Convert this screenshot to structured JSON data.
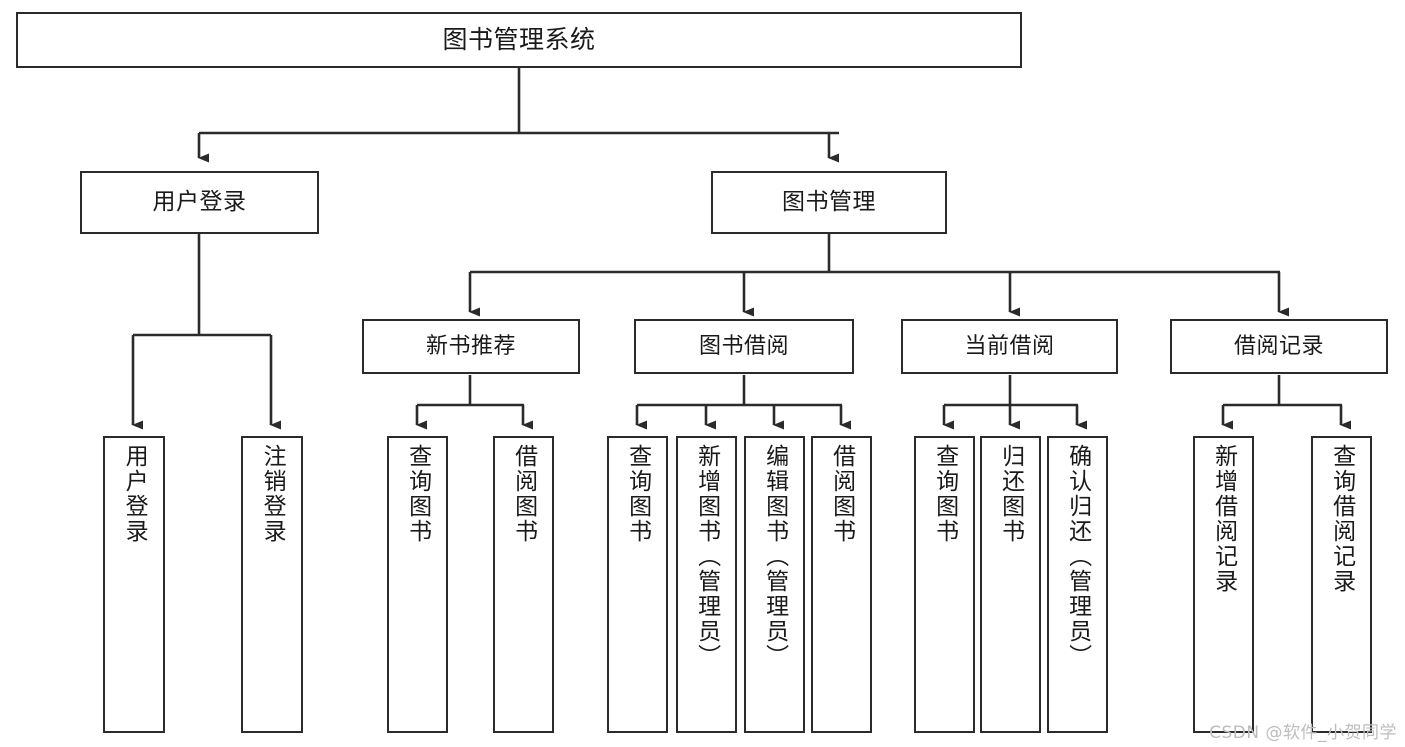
{
  "diagram": {
    "title": "图书管理系统",
    "type": "tree",
    "colors": {
      "box_border": "#2b2b2b",
      "box_fill": "#ffffff",
      "edge": "#2b2b2b",
      "text": "#1a1a1a",
      "watermark": "#bdbdbd",
      "background": "#ffffff"
    },
    "watermark": "CSDN @软件_小贺同学",
    "nodes": {
      "root": {
        "label": "图书管理系统",
        "level": 1
      },
      "l2": [
        {
          "id": "user-login",
          "label": "用户登录",
          "level": 2
        },
        {
          "id": "book-manage",
          "label": "图书管理",
          "level": 2
        }
      ],
      "l3": [
        {
          "id": "new-book-recommend",
          "label": "新书推荐",
          "level": 3,
          "parent": "book-manage"
        },
        {
          "id": "book-borrow",
          "label": "图书借阅",
          "level": 3,
          "parent": "book-manage"
        },
        {
          "id": "current-borrow",
          "label": "当前借阅",
          "level": 3,
          "parent": "book-manage"
        },
        {
          "id": "borrow-record",
          "label": "借阅记录",
          "level": 3,
          "parent": "book-manage"
        }
      ],
      "l4": [
        {
          "id": "leaf-user-login",
          "label": "用户登录",
          "level": 4,
          "parent": "user-login"
        },
        {
          "id": "leaf-logout-login",
          "label": "注销登录",
          "level": 4,
          "parent": "user-login"
        },
        {
          "id": "leaf-query-book-rec",
          "label": "查询图书",
          "level": 4,
          "parent": "new-book-recommend"
        },
        {
          "id": "leaf-borrow-book-rec",
          "label": "借阅图书",
          "level": 4,
          "parent": "new-book-recommend"
        },
        {
          "id": "leaf-query-book-borrow",
          "label": "查询图书",
          "level": 4,
          "parent": "book-borrow"
        },
        {
          "id": "leaf-add-book-admin",
          "label": "新增图书（管理员）",
          "level": 4,
          "parent": "book-borrow"
        },
        {
          "id": "leaf-edit-book-admin",
          "label": "编辑图书（管理员）",
          "level": 4,
          "parent": "book-borrow"
        },
        {
          "id": "leaf-borrow-book",
          "label": "借阅图书",
          "level": 4,
          "parent": "book-borrow"
        },
        {
          "id": "leaf-query-book-current",
          "label": "查询图书",
          "level": 4,
          "parent": "current-borrow"
        },
        {
          "id": "leaf-return-book",
          "label": "归还图书",
          "level": 4,
          "parent": "current-borrow"
        },
        {
          "id": "leaf-confirm-return-admin",
          "label": "确认归还（管理员）",
          "level": 4,
          "parent": "current-borrow"
        },
        {
          "id": "leaf-add-borrow-record",
          "label": "新增借阅记录",
          "level": 4,
          "parent": "borrow-record"
        },
        {
          "id": "leaf-query-borrow-record",
          "label": "查询借阅记录",
          "level": 4,
          "parent": "borrow-record"
        }
      ]
    }
  }
}
